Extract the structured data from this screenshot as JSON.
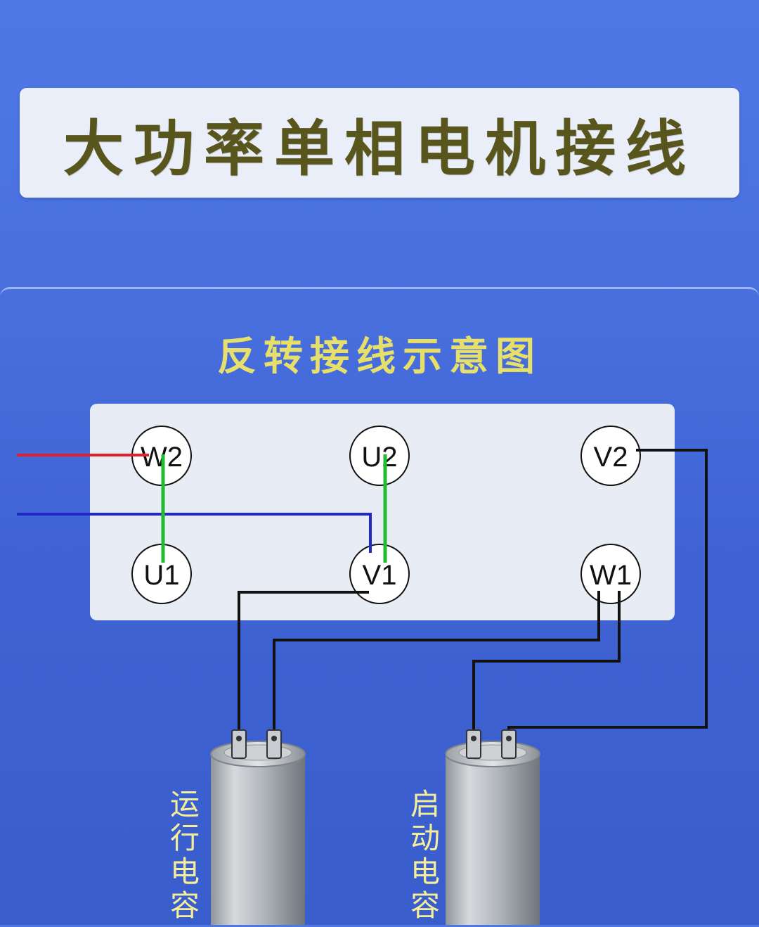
{
  "title": "大功率单相电机接线",
  "subtitle": "反转接线示意图",
  "terminals": {
    "W2": "W2",
    "U2": "U2",
    "V2": "V2",
    "U1": "U1",
    "V1": "V1",
    "W1": "W1"
  },
  "capacitors": {
    "run": {
      "label": [
        "运",
        "行",
        "电",
        "容"
      ]
    },
    "start": {
      "label": [
        "启",
        "动",
        "电",
        "容"
      ]
    }
  },
  "wire_colors": {
    "live": "#e0202a",
    "neutral": "#2229c9",
    "jumper": "#22bb33",
    "capacitor": "#111111"
  }
}
